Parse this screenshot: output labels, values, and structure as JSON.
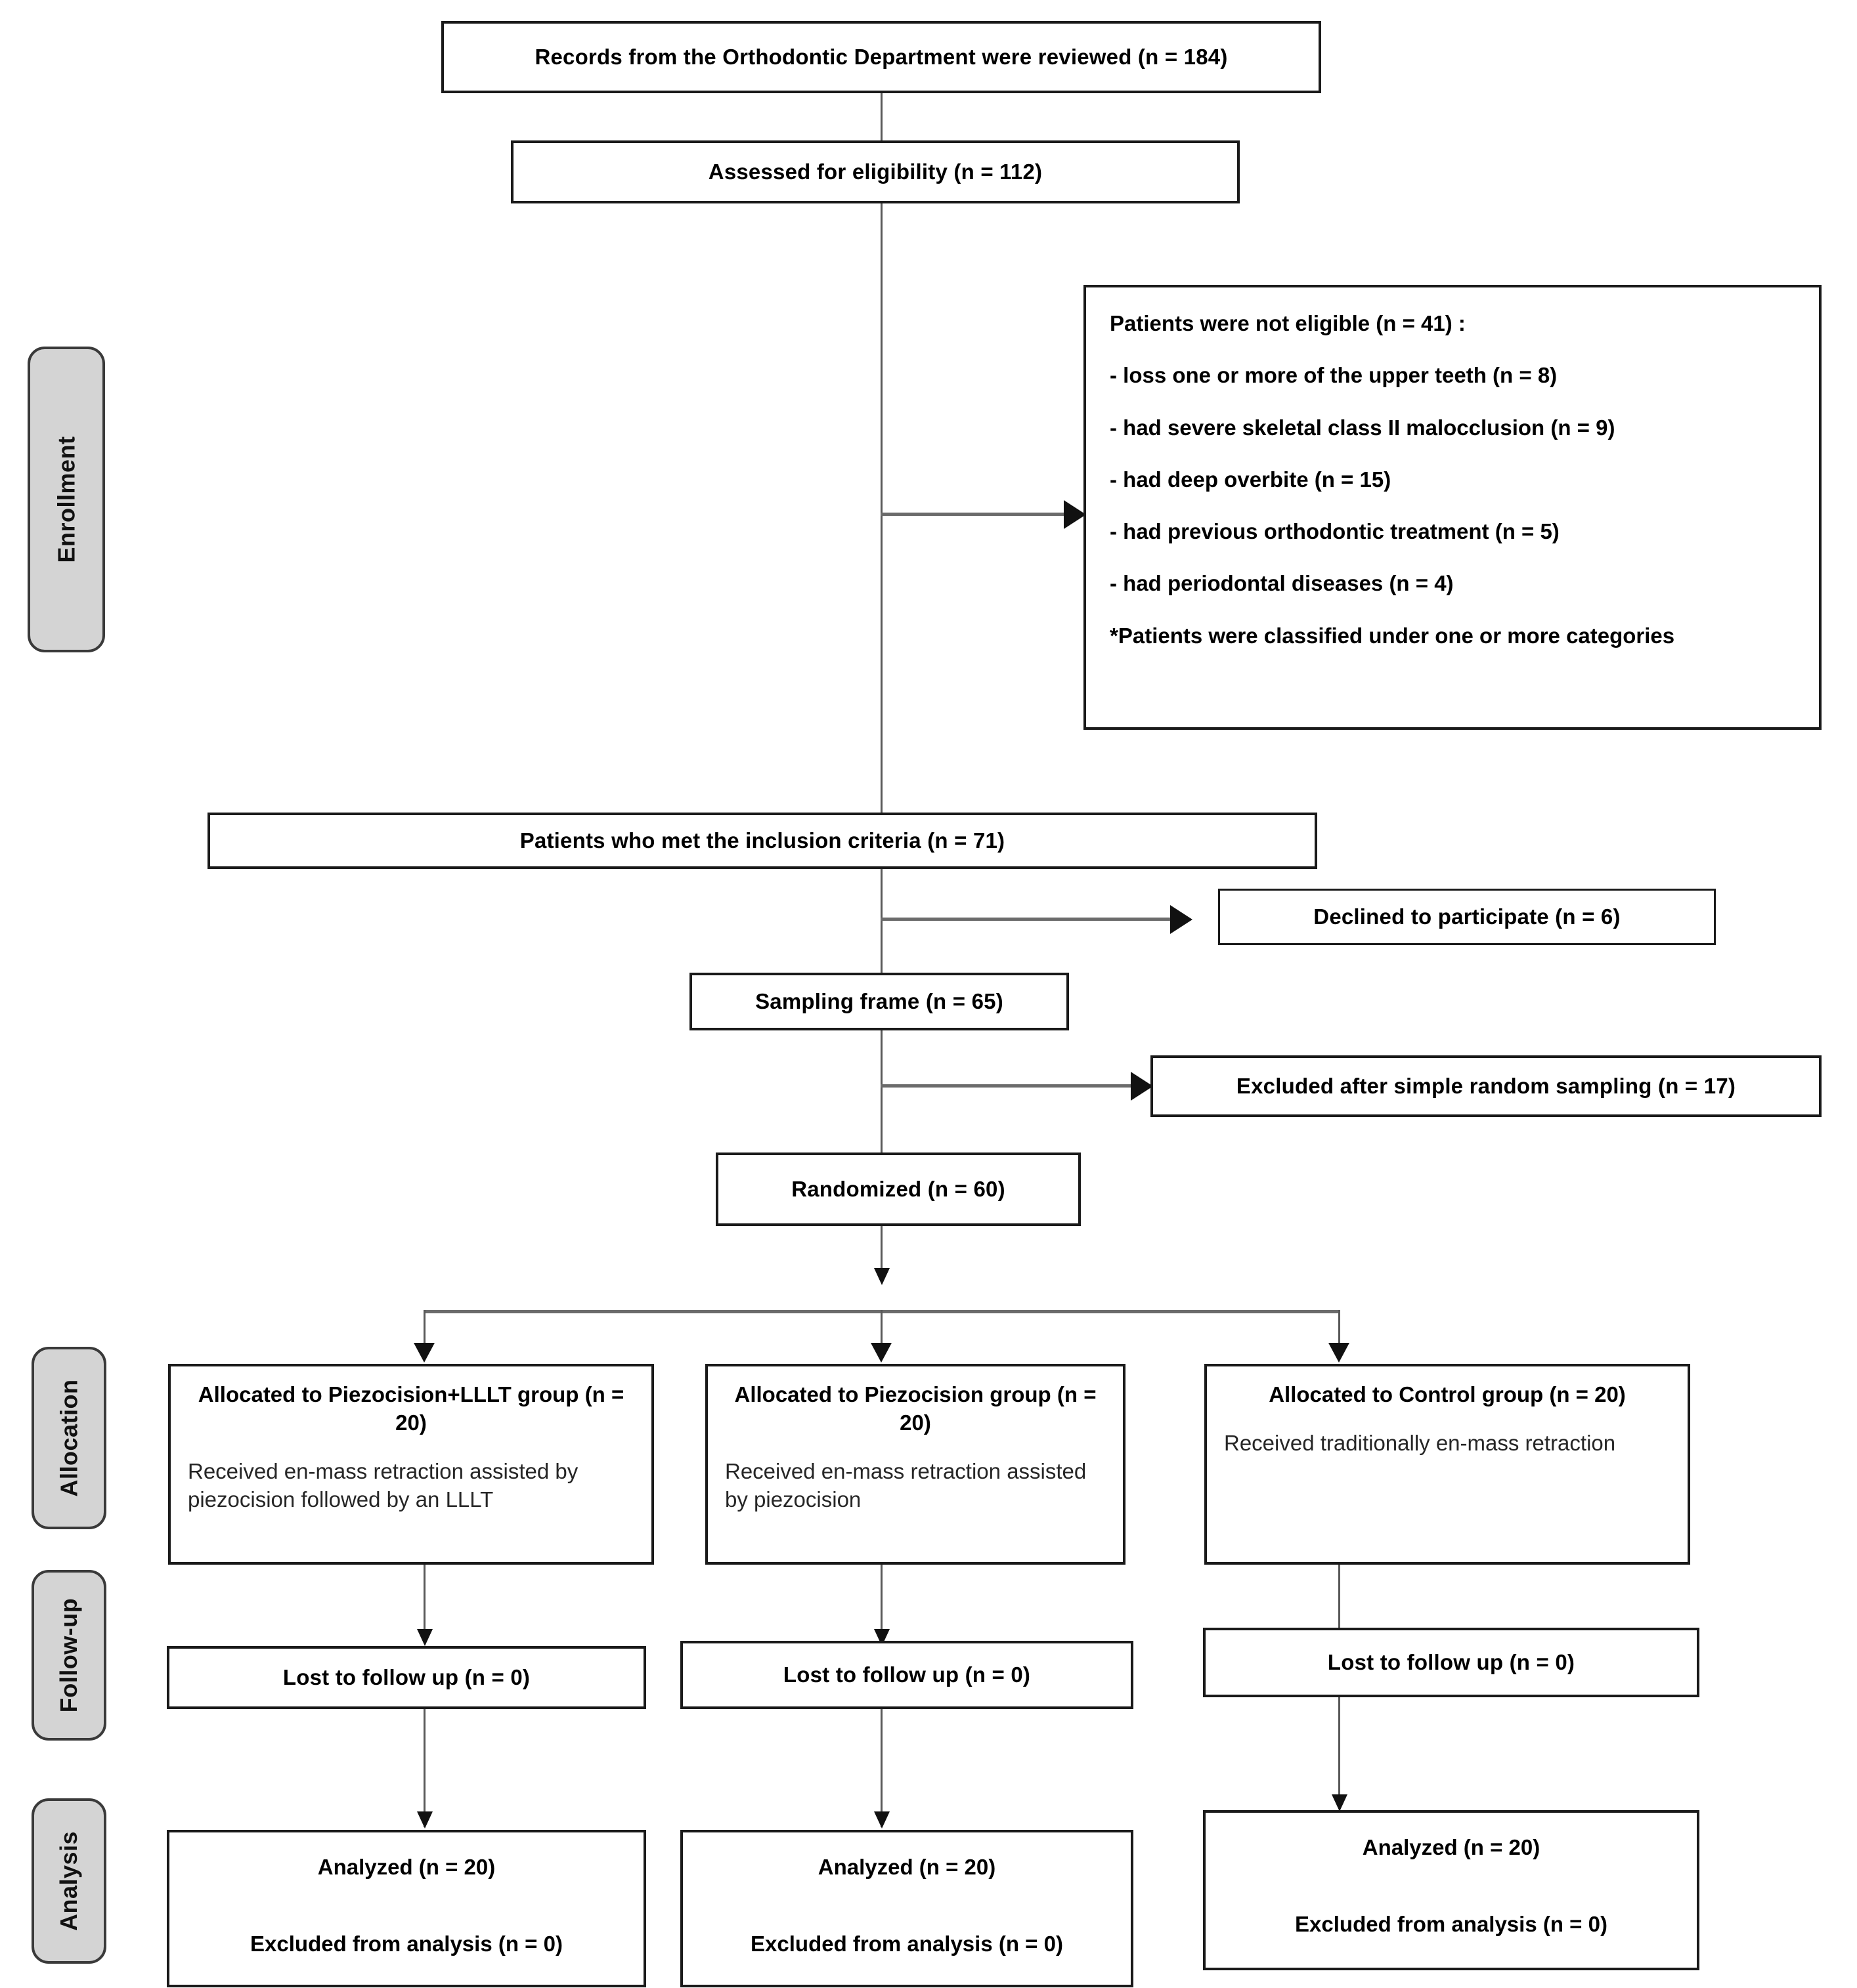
{
  "diagram": {
    "title": "CONSORT participant flow diagram",
    "colors": {
      "box_border": "#1a1a1a",
      "phase_fill": "#d4d4d4",
      "phase_border": "#3a3a3a",
      "connector": "#595959",
      "background": "#ffffff"
    }
  },
  "phases": [
    {
      "label": "Enrollment"
    },
    {
      "label": "Allocation"
    },
    {
      "label": "Follow-up"
    },
    {
      "label": "Analysis"
    }
  ],
  "enrollment": {
    "records_reviewed": "Records from the Orthodontic Department were reviewed (n = 184)",
    "assessed_for_eligibility": "Assessed for eligibility (n = 112)",
    "not_eligible": {
      "heading": "Patients were not eligible (n = 41)  :",
      "reasons": [
        "- loss one or more of the upper teeth (n = 8)",
        " - had severe skeletal class II malocclusion (n = 9)",
        "- had deep overbite (n = 15)",
        "- had previous orthodontic treatment (n = 5)",
        "- had periodontal diseases (n = 4)"
      ],
      "footnote": "*Patients were classified under one or more categories"
    },
    "met_inclusion_criteria": "Patients who met the inclusion criteria (n = 71)",
    "declined_to_participate": "Declined to participate (n = 6)",
    "sampling_frame": "Sampling frame (n = 65)",
    "excluded_after_sampling": "Excluded after simple random sampling (n = 17)",
    "randomized": "Randomized (n = 60)"
  },
  "arms": [
    {
      "allocation_title_line1": "Allocated to Piezocision+LLLT group",
      "allocation_title_line2": "(n = 20)",
      "allocation_body_line1": "Received en-mass retraction assisted",
      "allocation_body_line2": "by piezocision followed by an LLLT",
      "followup": "Lost to follow up (n = 0)",
      "analyzed": "Analyzed  (n = 20)",
      "excluded_from_analysis": "Excluded from analysis  (n = 0)"
    },
    {
      "allocation_title_line1": "Allocated to Piezocision group",
      "allocation_title_line2": "(n = 20)",
      "allocation_body_line1": "Received en-mass retraction",
      "allocation_body_line2": "assisted by piezocision",
      "followup": "Lost to follow up (n = 0)",
      "analyzed": "Analyzed  (n = 20)",
      "excluded_from_analysis": "Excluded from analysis  (n = 0)"
    },
    {
      "allocation_title_line1": "Allocated to Control group",
      "allocation_title_line2": "(n = 20)",
      "allocation_body_line1": "Received traditionally en-mass",
      "allocation_body_line2": "retraction",
      "followup": "Lost to follow up (n = 0)",
      "analyzed": "Analyzed  (n = 20)",
      "excluded_from_analysis": "Excluded from analysis  (n = 0)"
    }
  ]
}
